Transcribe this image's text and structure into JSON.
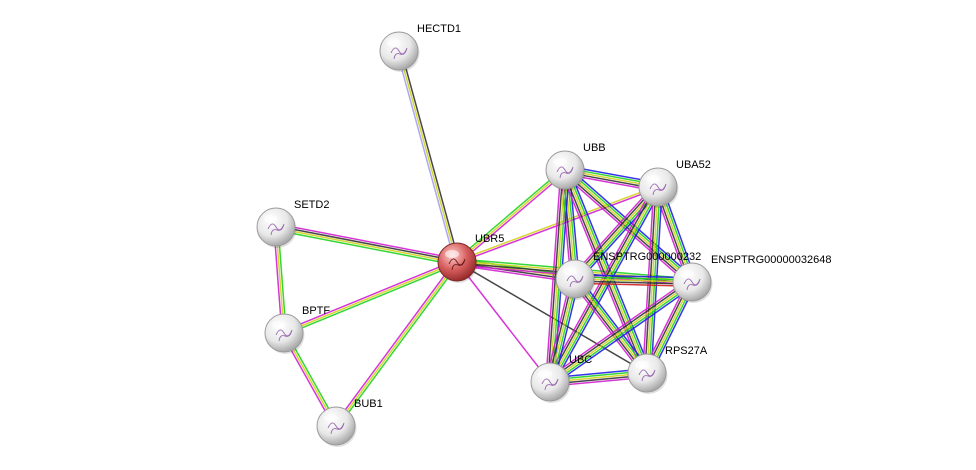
{
  "network": {
    "nodes": [
      {
        "id": "HECTD1",
        "label": "HECTD1",
        "query": false
      },
      {
        "id": "UBR5",
        "label": "UBR5",
        "query": true
      },
      {
        "id": "SETD2",
        "label": "SETD2",
        "query": false
      },
      {
        "id": "BPTF",
        "label": "BPTF",
        "query": false
      },
      {
        "id": "BUB1",
        "label": "BUB1",
        "query": false
      },
      {
        "id": "UBB",
        "label": "UBB",
        "query": false
      },
      {
        "id": "UBA52",
        "label": "UBA52",
        "query": false
      },
      {
        "id": "ENSPTRG_232",
        "label": "ENSPTRG000000232",
        "query": false
      },
      {
        "id": "ENSPTRG_32648",
        "label": "ENSPTRG00000032648",
        "query": false
      },
      {
        "id": "UBC",
        "label": "UBC",
        "query": false
      },
      {
        "id": "RPS27A",
        "label": "RPS27A",
        "query": false
      }
    ],
    "edge_colors": {
      "green": "#1fd21f",
      "yellow": "#d2d21f",
      "black": "#333333",
      "magenta": "#d21fd2",
      "blue": "#1f1fe8",
      "lightblue": "#a0a0f0",
      "red": "#d21f1f"
    },
    "node_colors": {
      "query": "#d04848",
      "neighbor": "#e0e0e0"
    },
    "edges": [
      {
        "a": "UBR5",
        "b": "HECTD1",
        "types": [
          "lightblue",
          "yellow",
          "black"
        ]
      },
      {
        "a": "UBR5",
        "b": "SETD2",
        "types": [
          "green",
          "yellow",
          "black",
          "magenta"
        ]
      },
      {
        "a": "UBR5",
        "b": "BPTF",
        "types": [
          "green",
          "yellow",
          "magenta"
        ]
      },
      {
        "a": "UBR5",
        "b": "BUB1",
        "types": [
          "green",
          "yellow",
          "magenta"
        ]
      },
      {
        "a": "UBR5",
        "b": "UBB",
        "types": [
          "green",
          "yellow",
          "magenta"
        ]
      },
      {
        "a": "UBR5",
        "b": "UBA52",
        "types": [
          "yellow",
          "magenta"
        ]
      },
      {
        "a": "UBR5",
        "b": "ENSPTRG_232",
        "types": [
          "green",
          "yellow",
          "black",
          "magenta"
        ]
      },
      {
        "a": "UBR5",
        "b": "ENSPTRG_32648",
        "types": [
          "green",
          "yellow",
          "black",
          "magenta"
        ]
      },
      {
        "a": "UBR5",
        "b": "UBC",
        "types": [
          "magenta"
        ]
      },
      {
        "a": "UBR5",
        "b": "RPS27A",
        "types": [
          "black"
        ]
      },
      {
        "a": "SETD2",
        "b": "BPTF",
        "types": [
          "green",
          "yellow",
          "magenta"
        ]
      },
      {
        "a": "BPTF",
        "b": "BUB1",
        "types": [
          "green",
          "yellow",
          "magenta"
        ]
      },
      {
        "a": "UBB",
        "b": "UBA52",
        "types": [
          "blue",
          "green",
          "yellow",
          "black",
          "magenta"
        ]
      },
      {
        "a": "UBB",
        "b": "ENSPTRG_232",
        "types": [
          "blue",
          "green",
          "yellow",
          "black",
          "magenta"
        ]
      },
      {
        "a": "UBB",
        "b": "ENSPTRG_32648",
        "types": [
          "blue",
          "green",
          "yellow",
          "black",
          "magenta"
        ]
      },
      {
        "a": "UBB",
        "b": "UBC",
        "types": [
          "blue",
          "green",
          "yellow",
          "black",
          "magenta"
        ]
      },
      {
        "a": "UBB",
        "b": "RPS27A",
        "types": [
          "blue",
          "green",
          "yellow",
          "black",
          "magenta"
        ]
      },
      {
        "a": "UBA52",
        "b": "ENSPTRG_232",
        "types": [
          "blue",
          "green",
          "yellow",
          "black",
          "magenta"
        ]
      },
      {
        "a": "UBA52",
        "b": "ENSPTRG_32648",
        "types": [
          "blue",
          "green",
          "yellow",
          "black",
          "magenta"
        ]
      },
      {
        "a": "UBA52",
        "b": "UBC",
        "types": [
          "blue",
          "green",
          "yellow",
          "black",
          "magenta"
        ]
      },
      {
        "a": "UBA52",
        "b": "RPS27A",
        "types": [
          "blue",
          "green",
          "yellow",
          "black",
          "magenta"
        ]
      },
      {
        "a": "ENSPTRG_232",
        "b": "ENSPTRG_32648",
        "types": [
          "blue",
          "green",
          "yellow",
          "black",
          "red"
        ]
      },
      {
        "a": "ENSPTRG_232",
        "b": "UBC",
        "types": [
          "blue",
          "green",
          "yellow",
          "black",
          "magenta"
        ]
      },
      {
        "a": "ENSPTRG_232",
        "b": "RPS27A",
        "types": [
          "blue",
          "green",
          "yellow",
          "black",
          "magenta"
        ]
      },
      {
        "a": "ENSPTRG_32648",
        "b": "UBC",
        "types": [
          "blue",
          "green",
          "yellow",
          "black",
          "magenta"
        ]
      },
      {
        "a": "ENSPTRG_32648",
        "b": "RPS27A",
        "types": [
          "blue",
          "green",
          "yellow",
          "black",
          "magenta"
        ]
      },
      {
        "a": "UBC",
        "b": "RPS27A",
        "types": [
          "blue",
          "green",
          "yellow",
          "black",
          "magenta"
        ]
      }
    ]
  }
}
